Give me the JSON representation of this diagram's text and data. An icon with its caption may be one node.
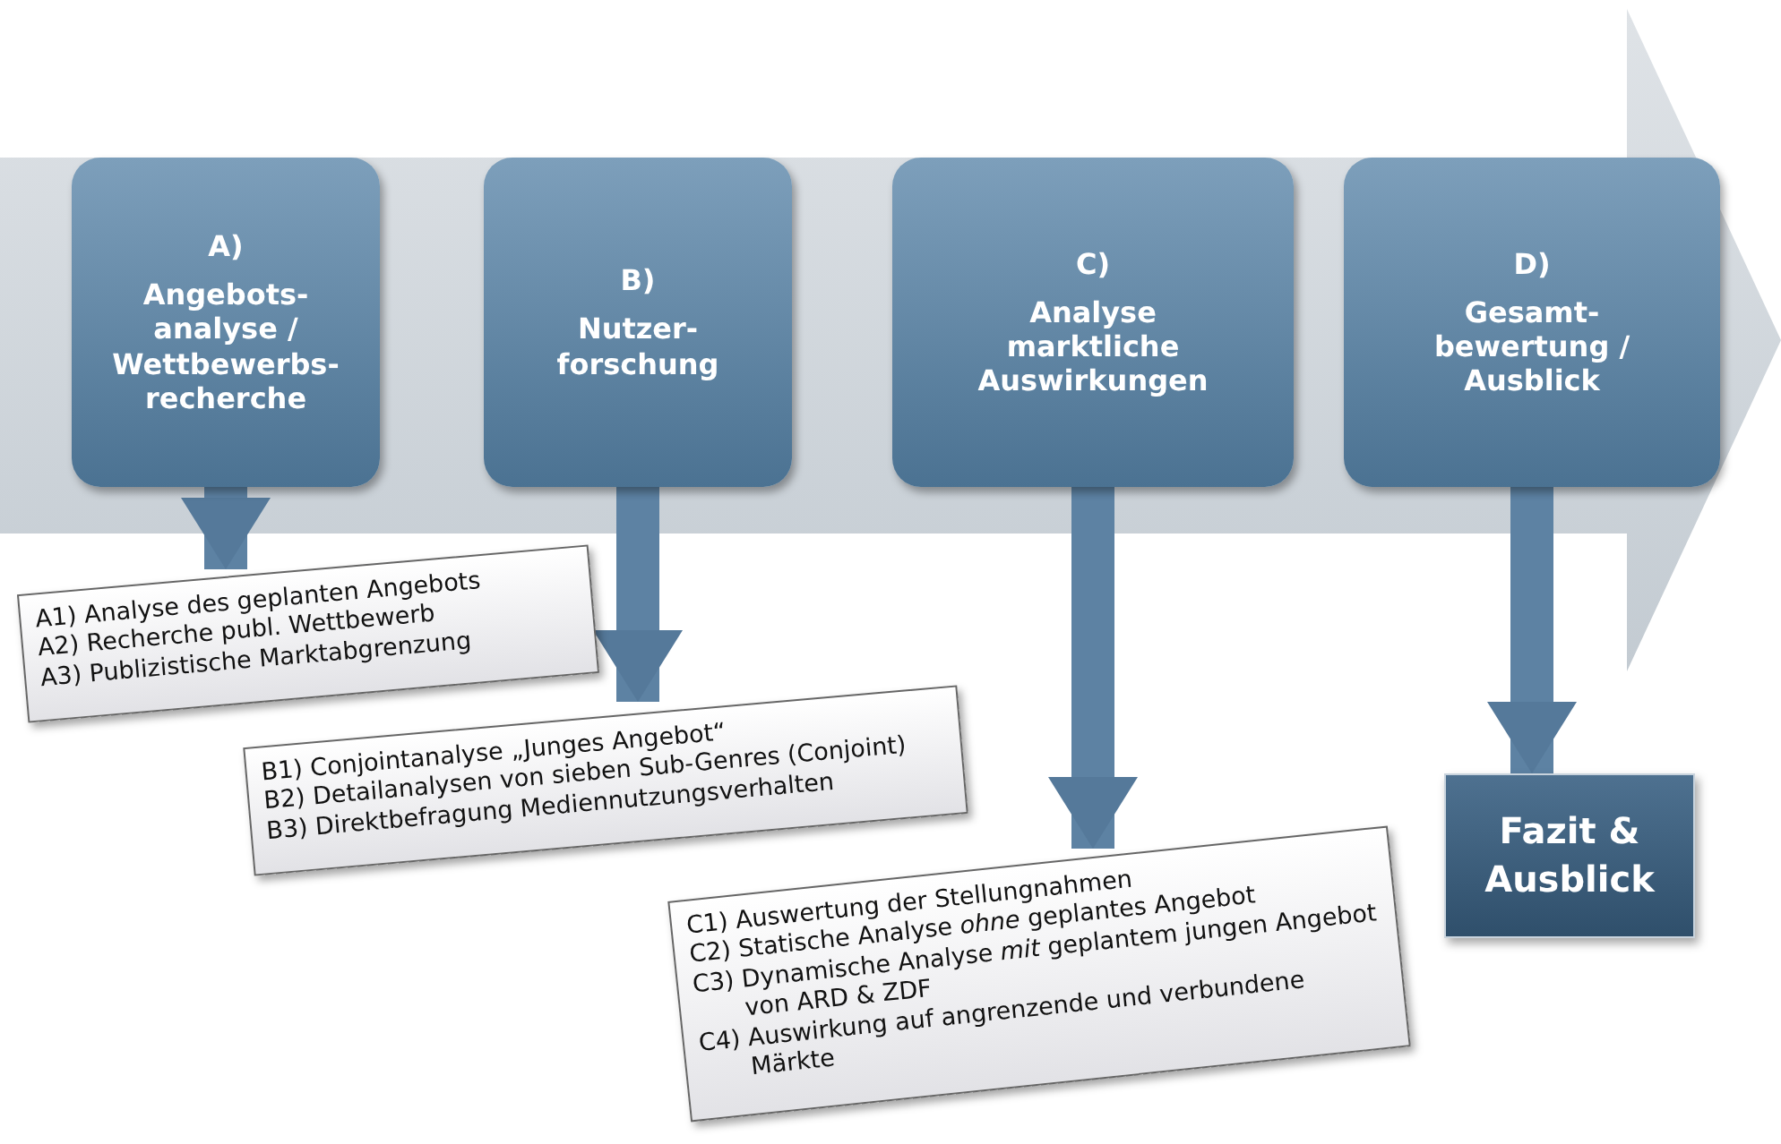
{
  "diagram": {
    "nodes": [
      {
        "text": [
          "A)",
          "Angebots- analyse / Wettbewerbs- recherche"
        ]
      },
      {
        "text": [
          "B)",
          "Nutzer- forschung"
        ]
      },
      {
        "text": [
          "C)",
          "Analyse marktliche Auswirkungen"
        ]
      },
      {
        "text": [
          "D)",
          "Gesamt- bewertung / Ausblick"
        ]
      },
      {
        "text": [
          "A1) Analyse des geplanten Angebots",
          "A2) Recherche publ. Wettbewerb",
          "A3) Publizistische Marktabgrenzung"
        ]
      },
      {
        "text": [
          "B1) Conjointanalyse „Junges Angebot“",
          "B2) Detailanalysen von sieben Sub-Genres (Conjoint)",
          "B3) Direktbefragung Mediennutzungsverhalten"
        ]
      },
      {
        "text": [
          "C1) Auswertung der Stellungnahmen",
          "C2) Statische Analyse *ohne* geplantes Angebot",
          "C3) Dynamische Analyse *mit* geplantem jungen Angebot von ARD & ZDF",
          "C4) Auswirkung auf angrenzende und verbundene Märkte"
        ]
      },
      {
        "text": [
          "Fazit & Ausblick"
        ]
      }
    ],
    "edges": [
      {
        "from": 0,
        "to": 4,
        "arrow": "to"
      },
      {
        "from": 1,
        "to": 5,
        "arrow": "to"
      },
      {
        "from": 2,
        "to": 6,
        "arrow": "to"
      },
      {
        "from": 3,
        "to": 7,
        "arrow": "to"
      }
    ]
  }
}
